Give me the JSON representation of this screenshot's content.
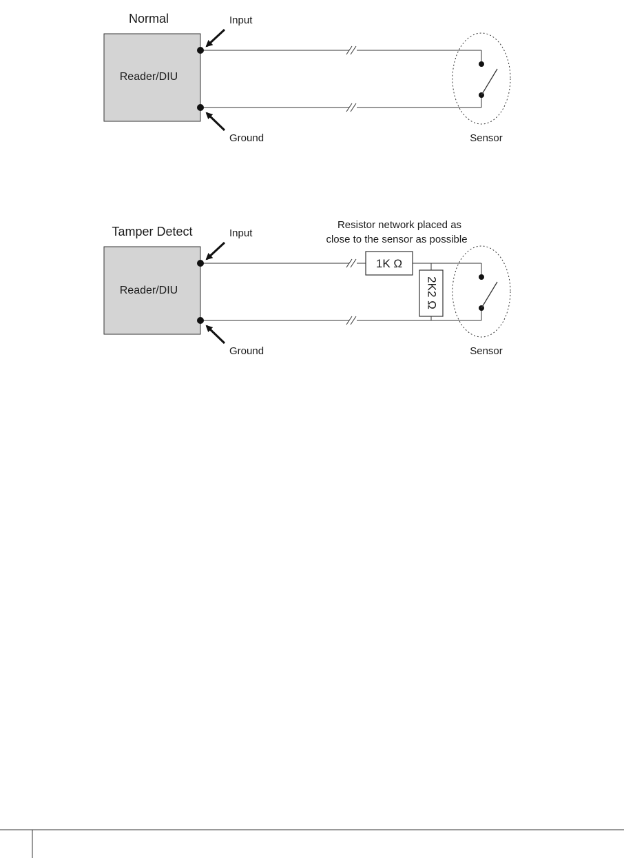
{
  "diagrams": {
    "normal": {
      "title": "Normal",
      "box_label": "Reader/DIU",
      "input_label": "Input",
      "ground_label": "Ground",
      "sensor_label": "Sensor"
    },
    "tamper": {
      "title": "Tamper Detect",
      "box_label": "Reader/DIU",
      "input_label": "Input",
      "ground_label": "Ground",
      "sensor_label": "Sensor",
      "note_line1": "Resistor network placed as",
      "note_line2": "close to the sensor as possible",
      "series_resistor": "1K Ω",
      "parallel_resistor": "2K2 Ω"
    }
  },
  "colors": {
    "box_fill": "#d4d4d4",
    "line": "#333333"
  }
}
